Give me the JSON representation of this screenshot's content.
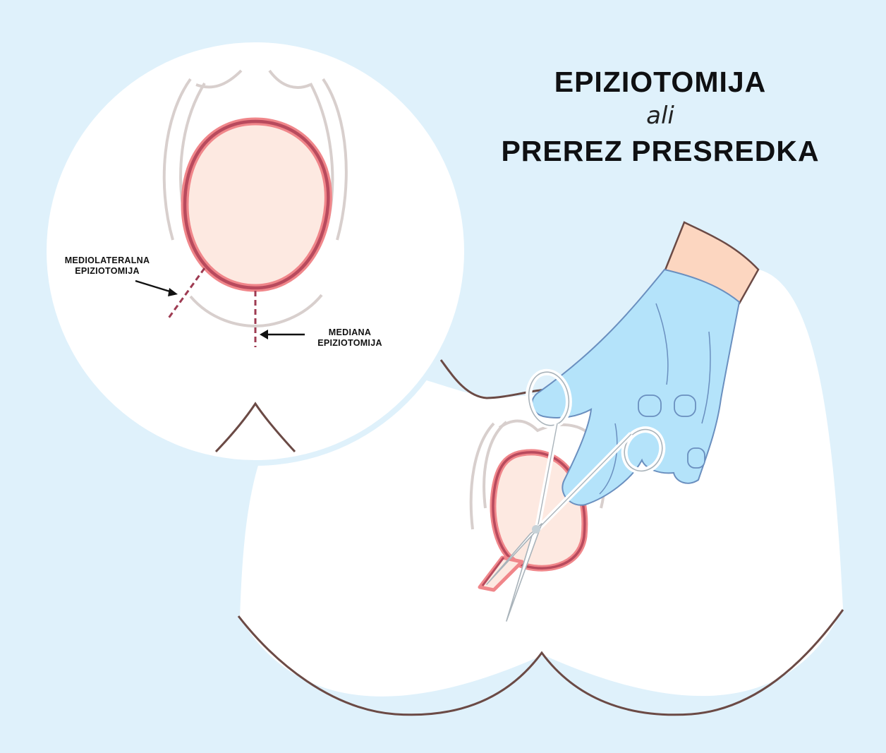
{
  "title": {
    "line1": "EPIZIOTOMIJA",
    "line2": "ali",
    "line3": "PREREZ PRESREDKA"
  },
  "labels": {
    "mediolateral": {
      "line1": "MEDIOLATERALNA",
      "line2": "EPIZIOTOMIJA"
    },
    "mediana": {
      "line1": "MEDIANA",
      "line2": "EPIZIOTOMIJA"
    }
  },
  "colors": {
    "background": "#dff1fb",
    "skin": "#ffffff",
    "outline": "#6b4a45",
    "head_fill": "#fde9e1",
    "head_outline_outer": "#f0868a",
    "head_outline_inner": "#b84a5d",
    "incision": "#9e3b52",
    "labia": "#d8cfcd",
    "glove": "#b4e3fa",
    "glove_outline": "#6a8fbf",
    "wrist": "#fcd6c0",
    "scissors": "#ffffff",
    "scissors_outline": "#a9b3ba"
  },
  "icons": [
    "gloved-hand-icon",
    "scissors-icon"
  ]
}
